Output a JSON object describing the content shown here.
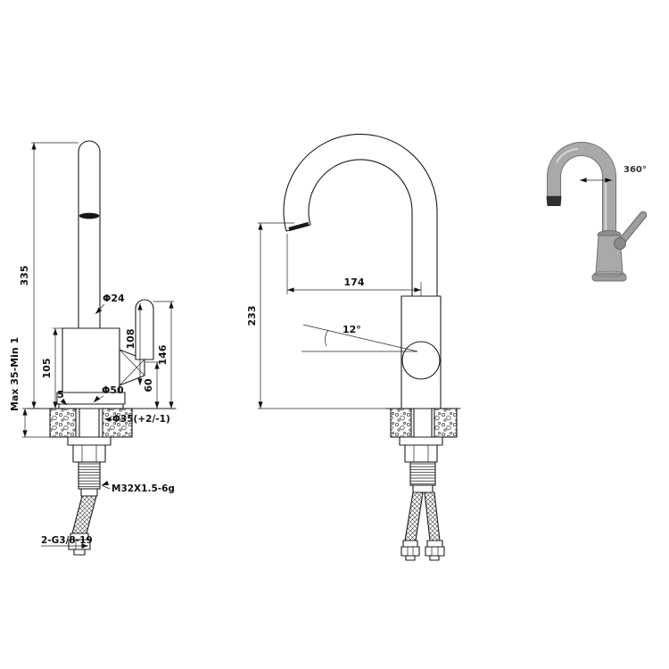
{
  "colors": {
    "line": "#1c1c1c",
    "render_body": "#a9a9a9",
    "render_dark": "#6f6f6f",
    "render_tip": "#2f2f2f"
  },
  "front_view": {
    "dims": {
      "total_height": "335",
      "clamp_range": "Max 35-Min 1",
      "spout_tube_diameter": "Φ24",
      "body_height": "105",
      "base_plate_height": "5",
      "handle_length": "108",
      "handle_top_height": "146",
      "handle_pivot_height": "60",
      "base_diameter": "Φ50",
      "mounting_hole_diameter": "Φ35(+2/-1)",
      "shank_thread": "M32X1.5-6g",
      "supply_hose_spec": "2-G3/8-19"
    }
  },
  "side_view": {
    "dims": {
      "spout_outlet_height": "233",
      "spout_reach": "174",
      "spout_tilt_angle": "12°"
    }
  },
  "render_view": {
    "swivel_label": "360°"
  }
}
